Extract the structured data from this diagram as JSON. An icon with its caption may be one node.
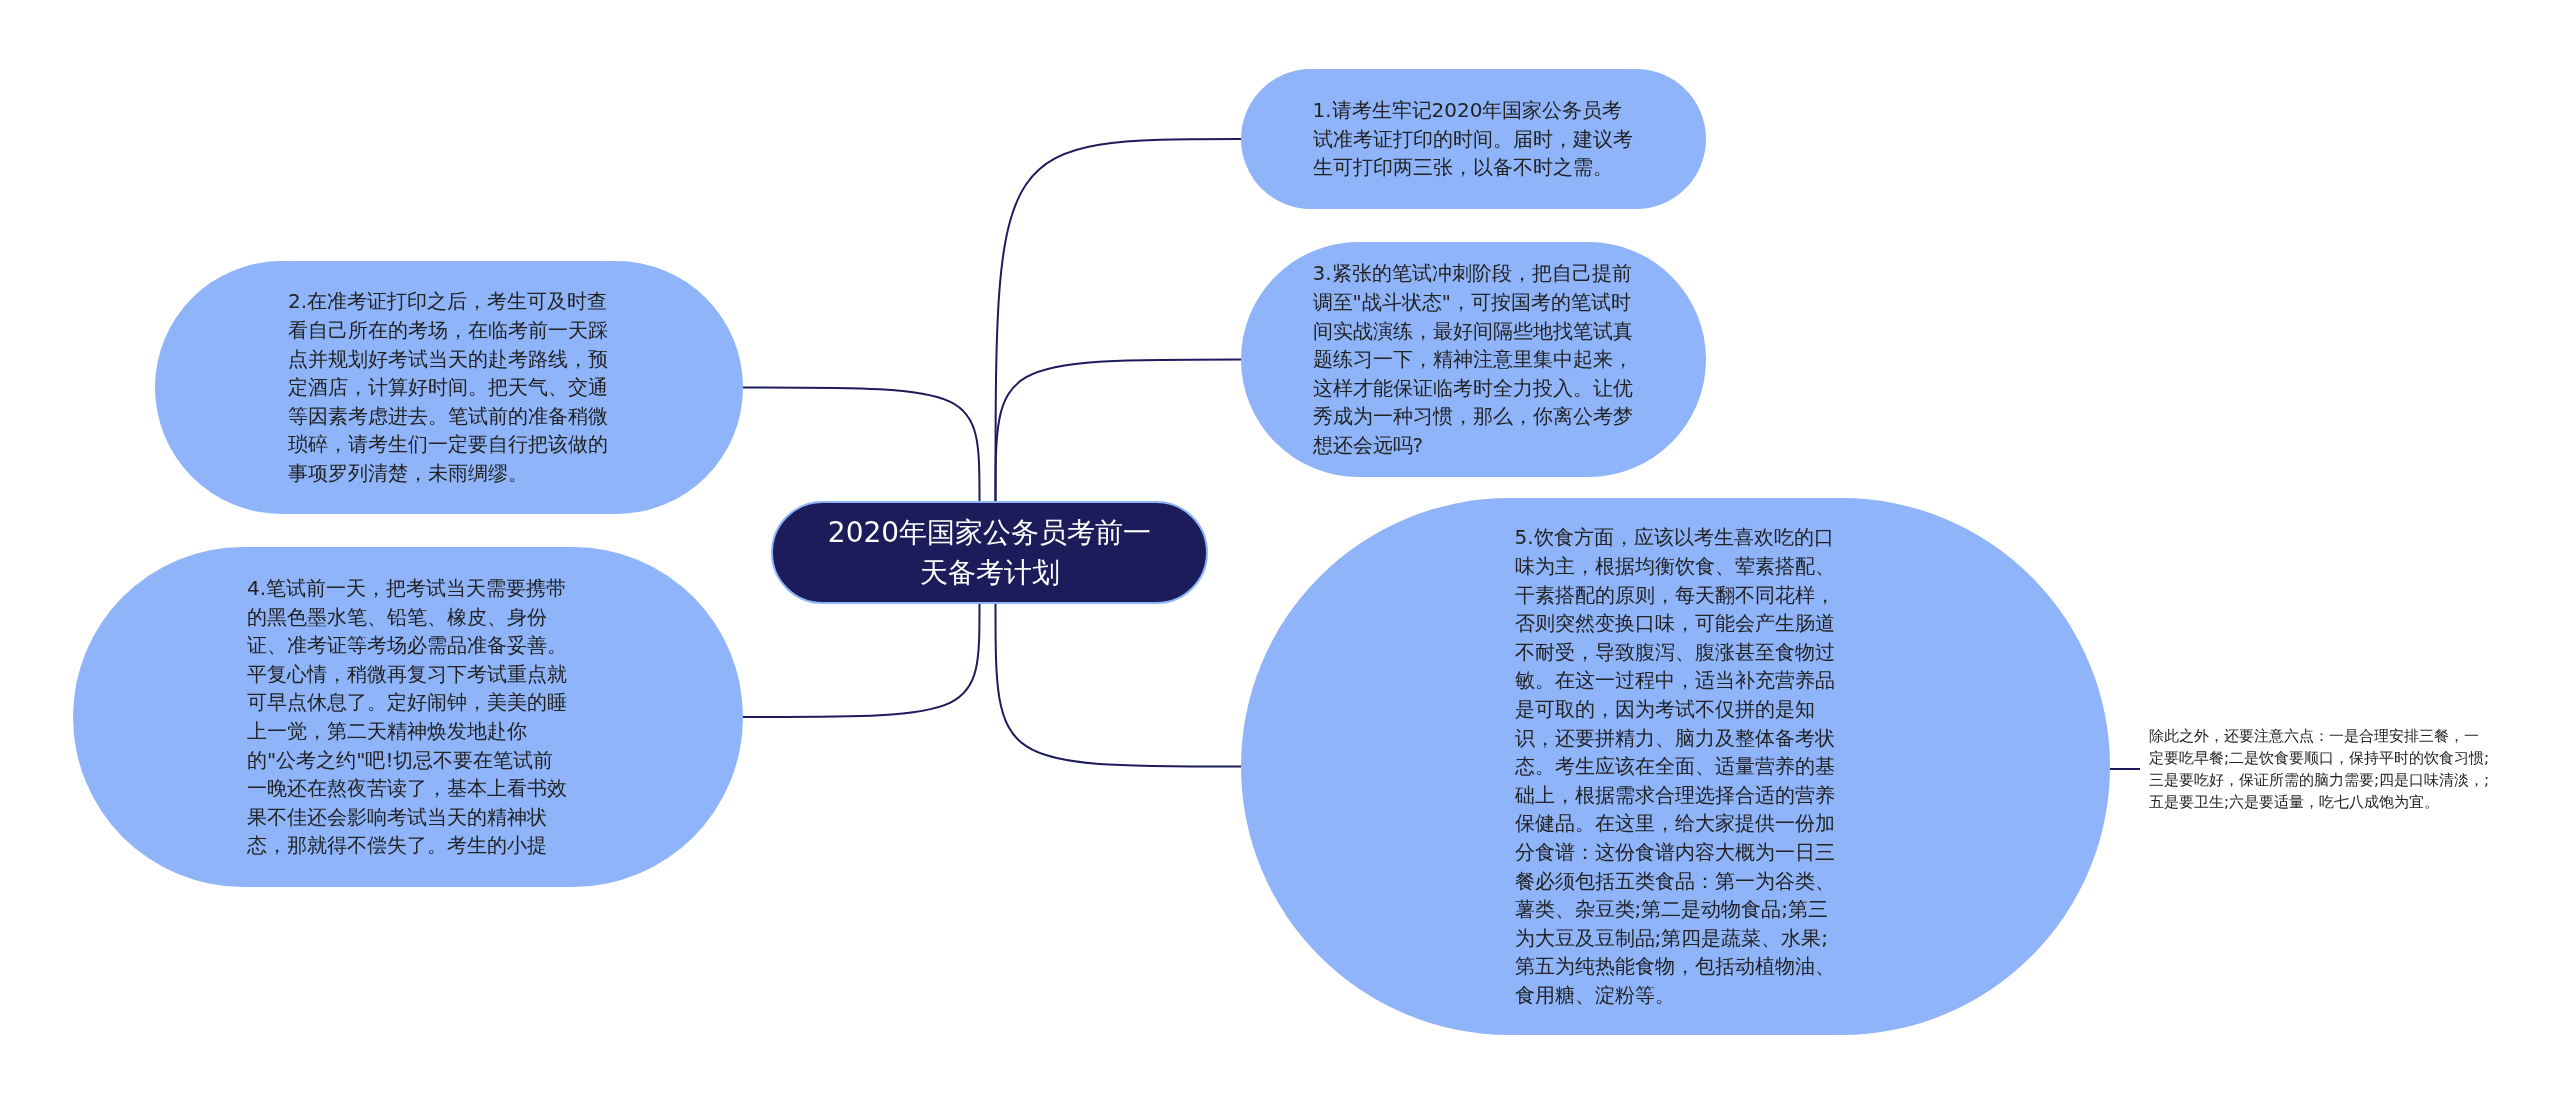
{
  "diagram": {
    "nodes": [
      {
        "text": [
          "2020年国家公务员考前一天备考计划"
        ]
      },
      {
        "text": [
          "1.请考生牢记2020年国家公务员考试准考证打印的时间。届时，建议考生可打印两三张，以备不时之需。"
        ]
      },
      {
        "text": [
          "2.在准考证打印之后，考生可及时查看自己所在的考场，在临考前一天踩点并规划好考试当天的赴考路线，预定酒店，计算好时间。把天气、交通等因素考虑进去。笔试前的准备稍微琐碎，请考生们一定要自行把该做的事项罗列清楚，未雨绸缪。"
        ]
      },
      {
        "text": [
          "3.紧张的笔试冲刺阶段，把自己提前调至\"战斗状态\"，可按国考的笔试时间实战演练，最好间隔些地找笔试真题练习一下，精神注意里集中起来，这样才能保证临考时全力投入。让优秀成为一种习惯，那么，你离公考梦想还会远吗?"
        ]
      },
      {
        "text": [
          "4.笔试前一天，把考试当天需要携带的黑色墨水笔、铅笔、橡皮、身份证、准考证等考场必需品准备妥善。平复心情，稍微再复习下考试重点就可早点休息了。定好闹钟，美美的睡上一觉，第二天精神焕发地赴你的\"公考之约\"吧!切忌不要在笔试前一晚还在熬夜苦读了，基本上看书效果不佳还会影响考试当天的精神状态，那就得不偿失了。考生的小提"
        ]
      },
      {
        "text": [
          "5.饮食方面，应该以考生喜欢吃的口味为主，根据均衡饮食、荤素搭配、干素搭配的原则，每天翻不同花样，否则突然变换口味，可能会产生肠道不耐受，导致腹泻、腹涨甚至食物过敏。在这一过程中，适当补充营养品是可取的，因为考试不仅拼的是知识，还要拼精力、脑力及整体备考状态。考生应该在全面、适量营养的基础上，根据需求合理选择合适的营养保健品。在这里，给大家提供一份加分食谱：这份食谱内容大概为一日三餐必须包括五类食品：第一为谷类、薯类、杂豆类;第二是动物食品;第三为大豆及豆制品;第四是蔬菜、水果;第五为纯热能食物，包括动植物油、食用糖、淀粉等。"
        ]
      },
      {
        "text": [
          "除此之外，还要注意六点：一是合理安排三餐，一定要吃早餐;二是饮食要顺口，保持平时的饮食习惯;三是要吃好，保证所需的脑力需要;四是口味清淡，;五是要卫生;六是要适量，吃七八成饱为宜。"
        ]
      }
    ],
    "edges": [
      {
        "from": 0,
        "to": 1,
        "arrow": "none"
      },
      {
        "from": 0,
        "to": 2,
        "arrow": "none"
      },
      {
        "from": 0,
        "to": 3,
        "arrow": "none"
      },
      {
        "from": 0,
        "to": 4,
        "arrow": "none"
      },
      {
        "from": 0,
        "to": 5,
        "arrow": "none"
      },
      {
        "from": 5,
        "to": 6,
        "arrow": "none"
      }
    ]
  }
}
